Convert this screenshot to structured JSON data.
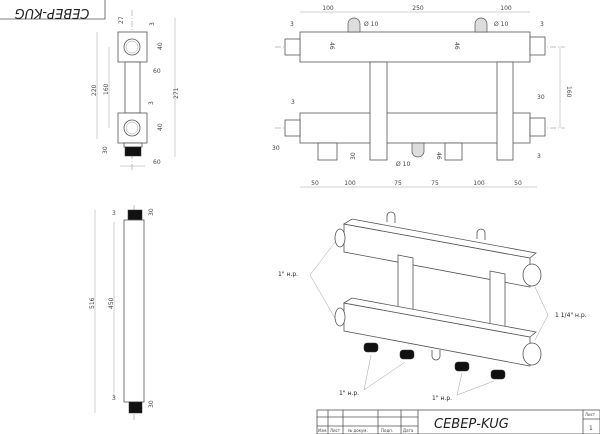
{
  "title_block": {
    "product_name": "СЕВЕР-KUG",
    "sheet_label": "Лист",
    "sheet_number": "1",
    "columns": [
      "Изм.",
      "Лист",
      "№ докум.",
      "Подп.",
      "Дата"
    ]
  },
  "rotated_stamp": {
    "text": "СЕВЕР-KUG"
  },
  "side_view": {
    "dims": {
      "d27": "27",
      "d3_top": "3",
      "d40_top": "40",
      "d60_mid": "60",
      "d220": "220",
      "d160": "160",
      "d271": "271",
      "d3_bottom": "3",
      "d40_bottom": "40",
      "d30": "30",
      "d60_bottom": "60"
    }
  },
  "front_view": {
    "dims": {
      "top_left_100": "100",
      "top_250": "250",
      "top_right_100": "100",
      "dia_left": "Ø 10",
      "dia_right": "Ø 10",
      "dia_bottom": "Ø 10",
      "left_3": "3",
      "right_3": "3",
      "h46_left": "46",
      "h46_mid": "46",
      "h46_bottom": "46",
      "v160": "160",
      "right_30": "30",
      "lower_left_3": "3",
      "left_30": "30",
      "stub_30": "30",
      "lower_right_3": "3",
      "bottom": [
        "50",
        "100",
        "75",
        "75",
        "100",
        "50"
      ]
    }
  },
  "bottom_view": {
    "dims": {
      "top_30": "30",
      "top_3": "3",
      "d516": "516",
      "d450": "450",
      "bottom_3": "3",
      "bottom_30": "30"
    }
  },
  "iso_view": {
    "labels": {
      "left_thread": "1\" н.р.",
      "right_thread": "1 1/4\" н.р.",
      "bottom_left_thread": "1\" н.р.",
      "bottom_right_thread": "1\" н.р."
    }
  }
}
